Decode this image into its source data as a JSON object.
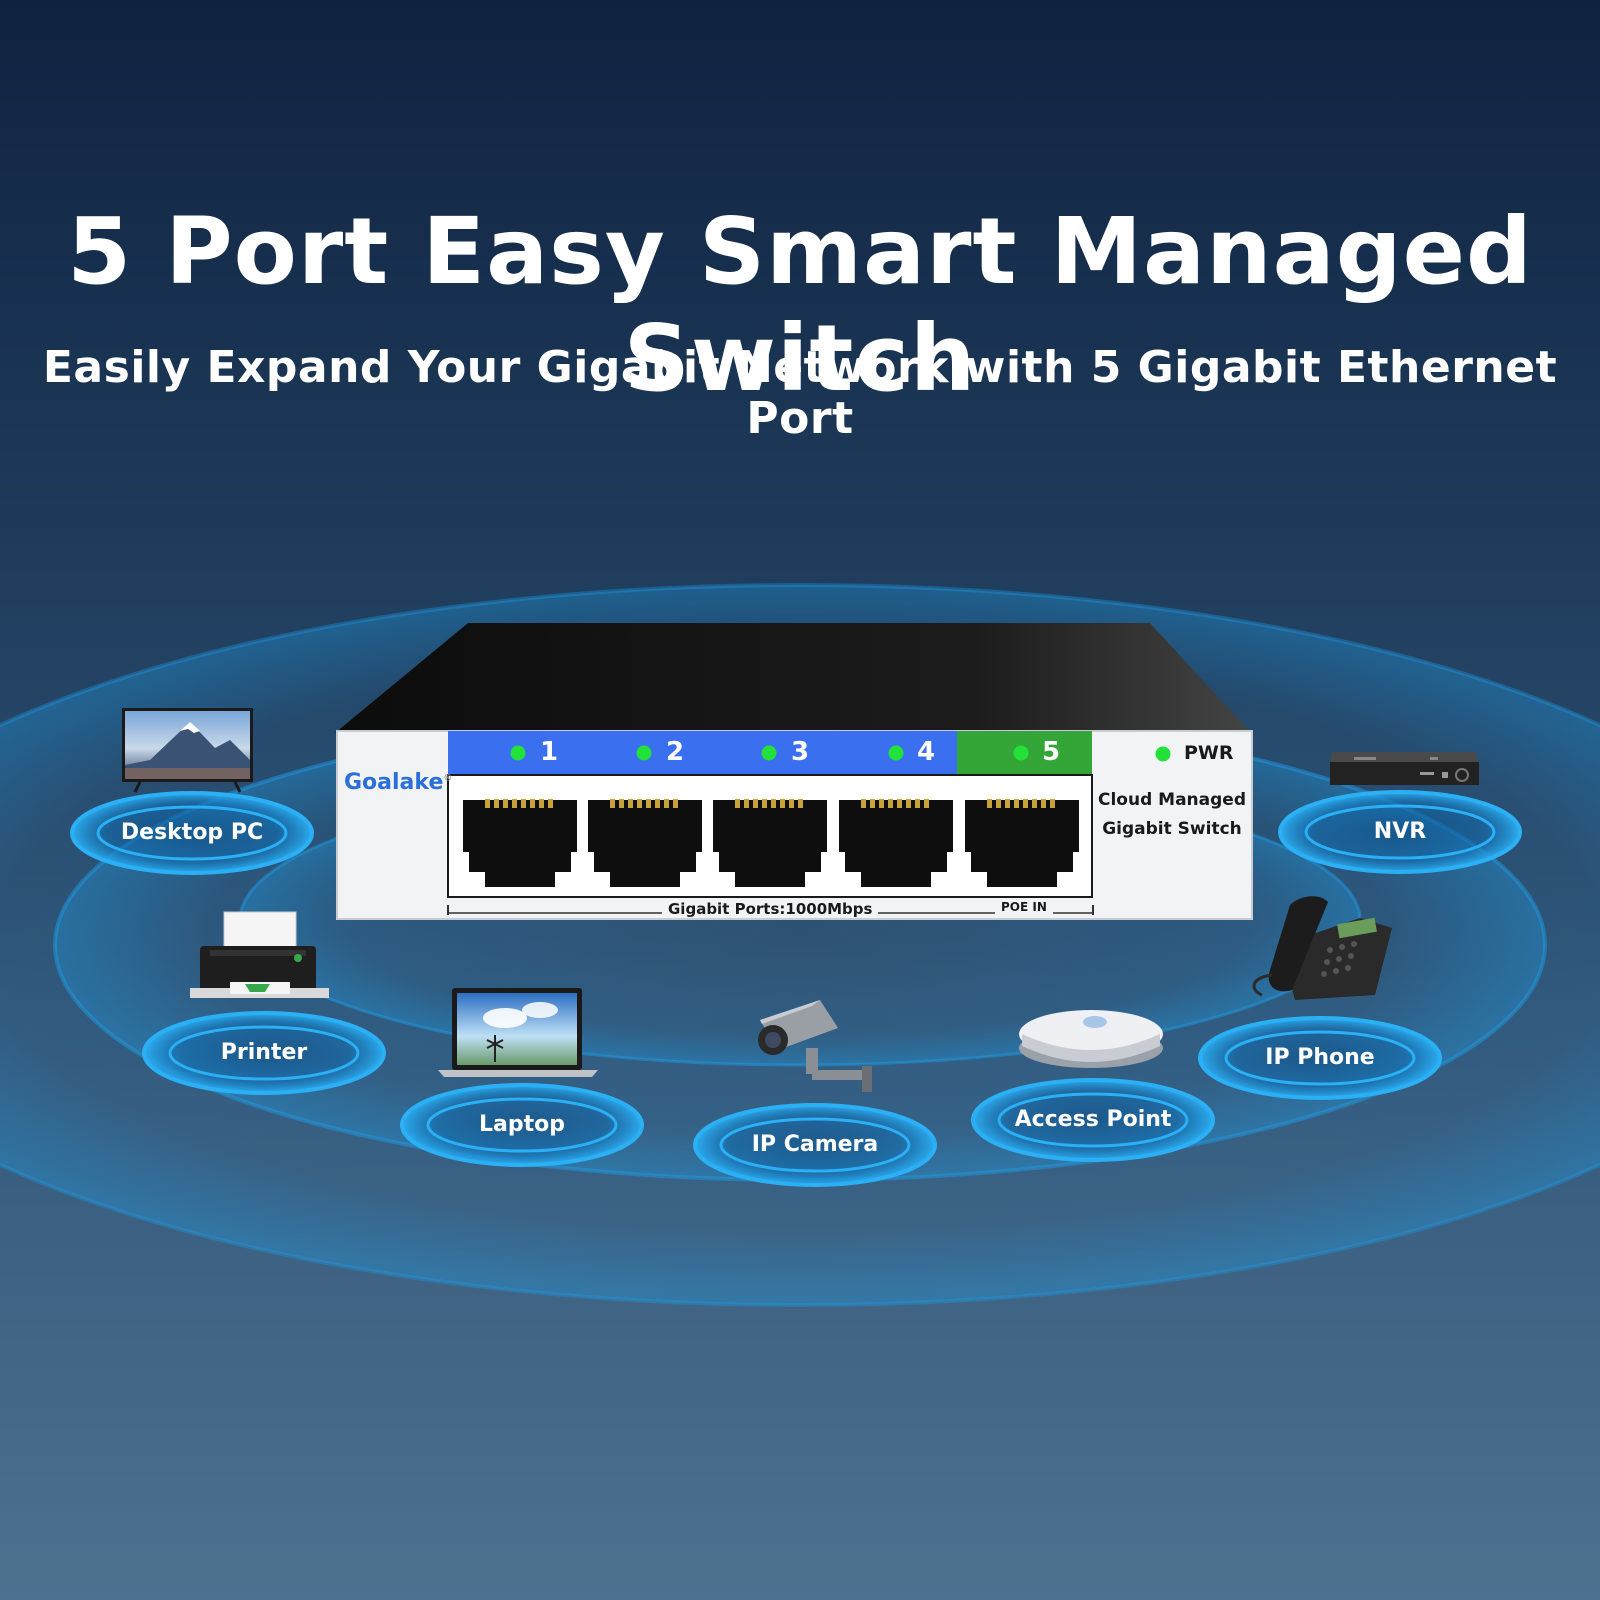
{
  "headline": "5 Port Easy Smart Managed Switch",
  "subheadline": "Easily Expand Your Gigabit Network with 5 Gigabit Ethernet Port",
  "switch": {
    "brand": "Goalake",
    "brand_mark": "®",
    "ports": [
      "1",
      "2",
      "3",
      "4",
      "5"
    ],
    "power_label": "PWR",
    "model_line1": "Cloud Managed",
    "model_line2": "Gigabit Switch",
    "ports_caption": "Gigabit Ports:1000Mbps",
    "poe_caption": "POE IN"
  },
  "devices": {
    "desktop_pc": "Desktop PC",
    "nvr": "NVR",
    "printer": "Printer",
    "ip_phone": "IP Phone",
    "laptop": "Laptop",
    "ip_camera": "IP Camera",
    "access_point": "Access Point"
  },
  "colors": {
    "port_bar_blue": "#3a6ff0",
    "poe_bar_green": "#34a537",
    "led_green": "#22e23a",
    "brand_blue": "#2b6fd8",
    "ring_glow": "#1e9fe8"
  }
}
